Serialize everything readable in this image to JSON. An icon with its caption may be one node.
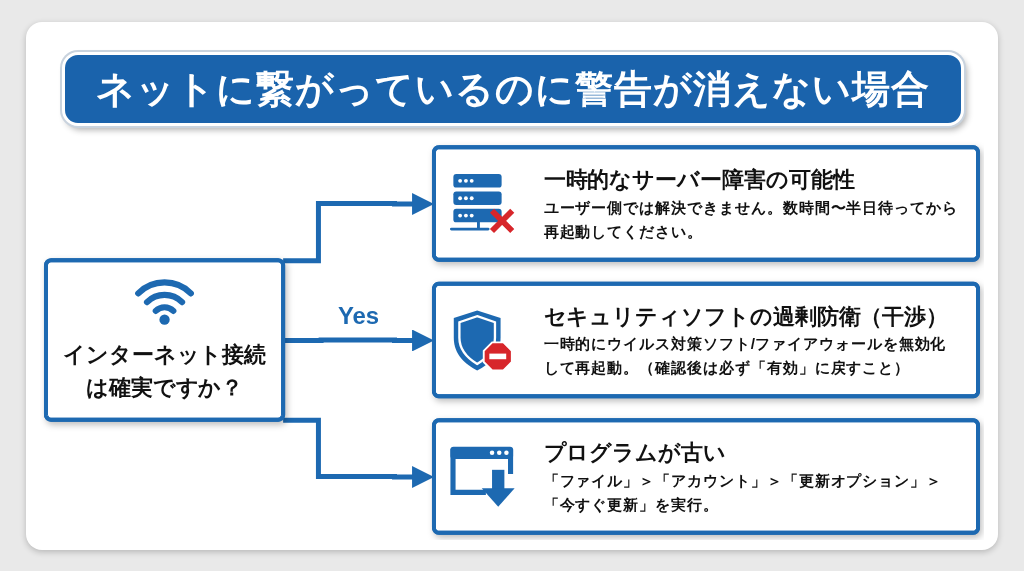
{
  "diagram": {
    "title": "ネットに繋がっているのに警告が消えない場合",
    "nodes": [
      {
        "text": [
          "インターネット接続は確実ですか？"
        ]
      },
      {
        "text": [
          "一時的なサーバー障害の可能性",
          "ユーザー側では解決できません。数時間〜半日待ってから再起動してください。"
        ]
      },
      {
        "text": [
          "セキュリティソフトの過剰防衛（干渉）",
          "一時的にウイルス対策ソフト/ファイアウォールを無効化して再起動。（確認後は必ず「有効」に戻すこと）"
        ]
      },
      {
        "text": [
          "プログラムが古い",
          "「ファイル」＞「アカウント」＞「更新オプション」＞「今すぐ更新」を実行。"
        ]
      }
    ],
    "edges": [
      {
        "from": 0,
        "to": 1,
        "arrow": "to"
      },
      {
        "from": 0,
        "to": 2,
        "arrow": "to",
        "label": "Yes"
      },
      {
        "from": 0,
        "to": 3,
        "arrow": "to"
      }
    ]
  }
}
